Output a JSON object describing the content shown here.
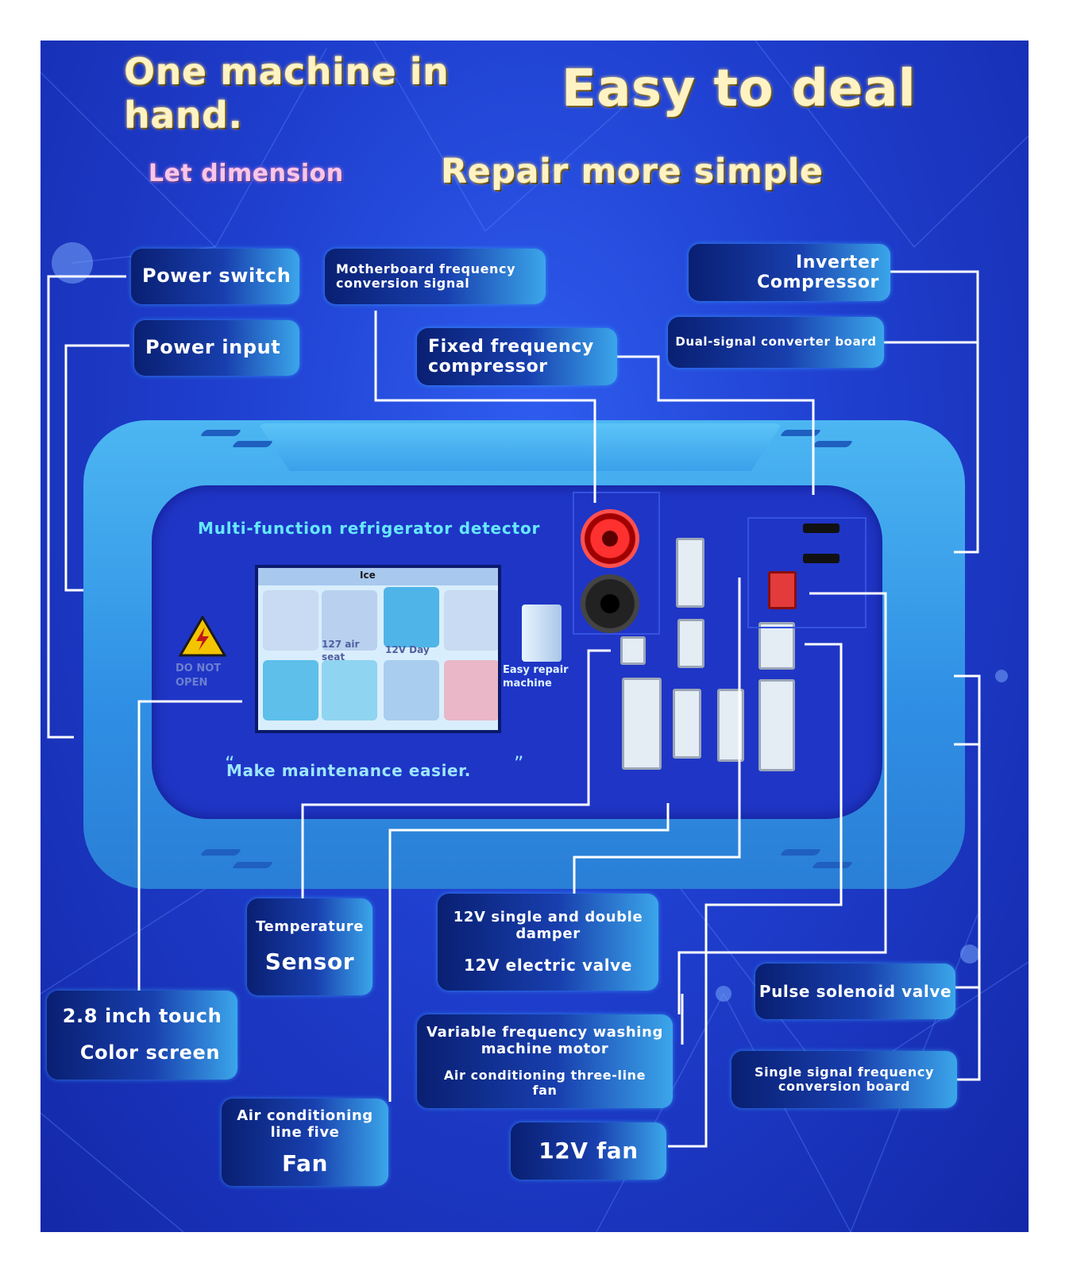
{
  "headlines": {
    "one_machine": "One machine in hand.",
    "easy_to_deal": "Easy to deal",
    "let_dimension": "Let dimension",
    "repair_more_simple": "Repair more simple"
  },
  "labels": {
    "power_switch": "Power switch",
    "power_input": "Power input",
    "motherboard_signal": "Motherboard frequency conversion signal",
    "fixed_frequency_compressor": "Fixed frequency compressor",
    "inverter_compressor": "Inverter Compressor",
    "dual_signal_board": "Dual-signal converter board",
    "temperature": "Temperature",
    "sensor": "Sensor",
    "damper": "12V single and double damper",
    "electric_valve": "12V electric valve",
    "pulse_solenoid": "Pulse solenoid valve",
    "touch_screen_line1": "2.8 inch touch",
    "touch_screen_line2": "Color screen",
    "washing_motor": "Variable frequency washing machine motor",
    "ac_three_line_fan": "Air conditioning three-line fan",
    "single_signal_board": "Single signal frequency conversion board",
    "ac_line_five": "Air conditioning line five",
    "fan": "Fan",
    "fan_12v": "12V fan"
  },
  "device": {
    "title": "Multi-function refrigerator detector",
    "slogan": "Make maintenance easier.",
    "quote_open": "“",
    "quote_close": "”",
    "warning": "DO NOT OPEN",
    "easy_repair": "Easy repair machine",
    "screen_tab": "Ice",
    "screen_app_127": "127 air seat",
    "screen_app_12v": "12V Day"
  },
  "colors": {
    "poster_bg": "#1f3fcf",
    "headline_text": "#fff3c4",
    "tag_dark": "#091f72",
    "tag_light": "#3ba6ea",
    "wire": "#ffffff",
    "device_body": "#3aa0ea",
    "device_panel": "#1f35c6"
  }
}
